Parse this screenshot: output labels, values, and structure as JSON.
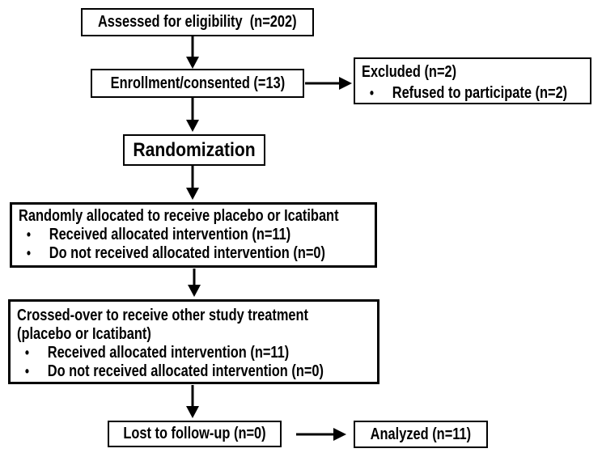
{
  "flowchart": {
    "bullet_char": "•",
    "boxes": {
      "assessed": {
        "label": "Assessed for eligibility  (n=202)"
      },
      "enrollment": {
        "label": "Enrollment/consented (=13)"
      },
      "excluded": {
        "title": "Excluded (n=2)",
        "bullets": [
          "Refused to participate (n=2)"
        ]
      },
      "randomization": {
        "label": "Randomization"
      },
      "allocation": {
        "title_lines": [
          "Randomly allocated to receive placebo or Icatibant"
        ],
        "bullets": [
          "Received allocated intervention (n=11)",
          "Do not received allocated intervention (n=0)"
        ]
      },
      "crossover": {
        "title_lines": [
          "Crossed-over to receive other study treatment",
          "(placebo or Icatibant)"
        ],
        "bullets": [
          "Received allocated intervention (n=11)",
          "Do not received allocated intervention (n=0)"
        ]
      },
      "lost": {
        "label": "Lost to follow-up (n=0)"
      },
      "analyzed": {
        "label": "Analyzed (n=11)"
      }
    },
    "colors": {
      "box_border": "#000000",
      "box_background": "#ffffff",
      "page_background": "#ffffff",
      "text": "#000000",
      "arrow": "#000000"
    }
  }
}
